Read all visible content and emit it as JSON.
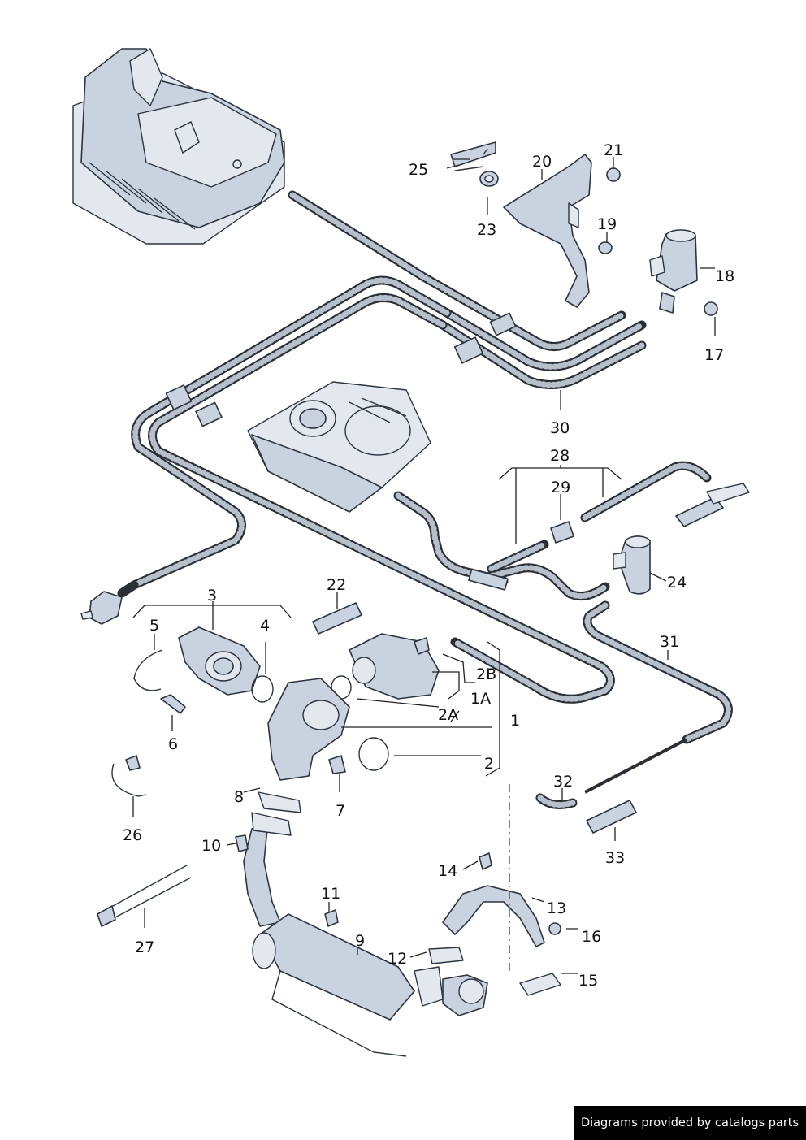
{
  "labels": {
    "l1": "1",
    "l1a": "1A",
    "l2": "2",
    "l2a": "2A",
    "l2b": "2B",
    "l3": "3",
    "l4": "4",
    "l5": "5",
    "l6": "6",
    "l7": "7",
    "l8": "8",
    "l9": "9",
    "l10": "10",
    "l11": "11",
    "l12": "12",
    "l13": "13",
    "l14": "14",
    "l15": "15",
    "l16": "16",
    "l17": "17",
    "l18": "18",
    "l19": "19",
    "l20": "20",
    "l21": "21",
    "l22": "22",
    "l23": "23",
    "l24": "24",
    "l25": "25",
    "l26": "26",
    "l27": "27",
    "l28": "28",
    "l29": "29",
    "l30": "30",
    "l31": "31",
    "l32": "32",
    "l33": "33"
  },
  "footer": {
    "credit": "Diagrams provided by catalogs parts"
  },
  "colors": {
    "part_fill": "#c9d3df",
    "line": "#2b3440",
    "hose": "#2a2f36",
    "banner": "#000000"
  }
}
